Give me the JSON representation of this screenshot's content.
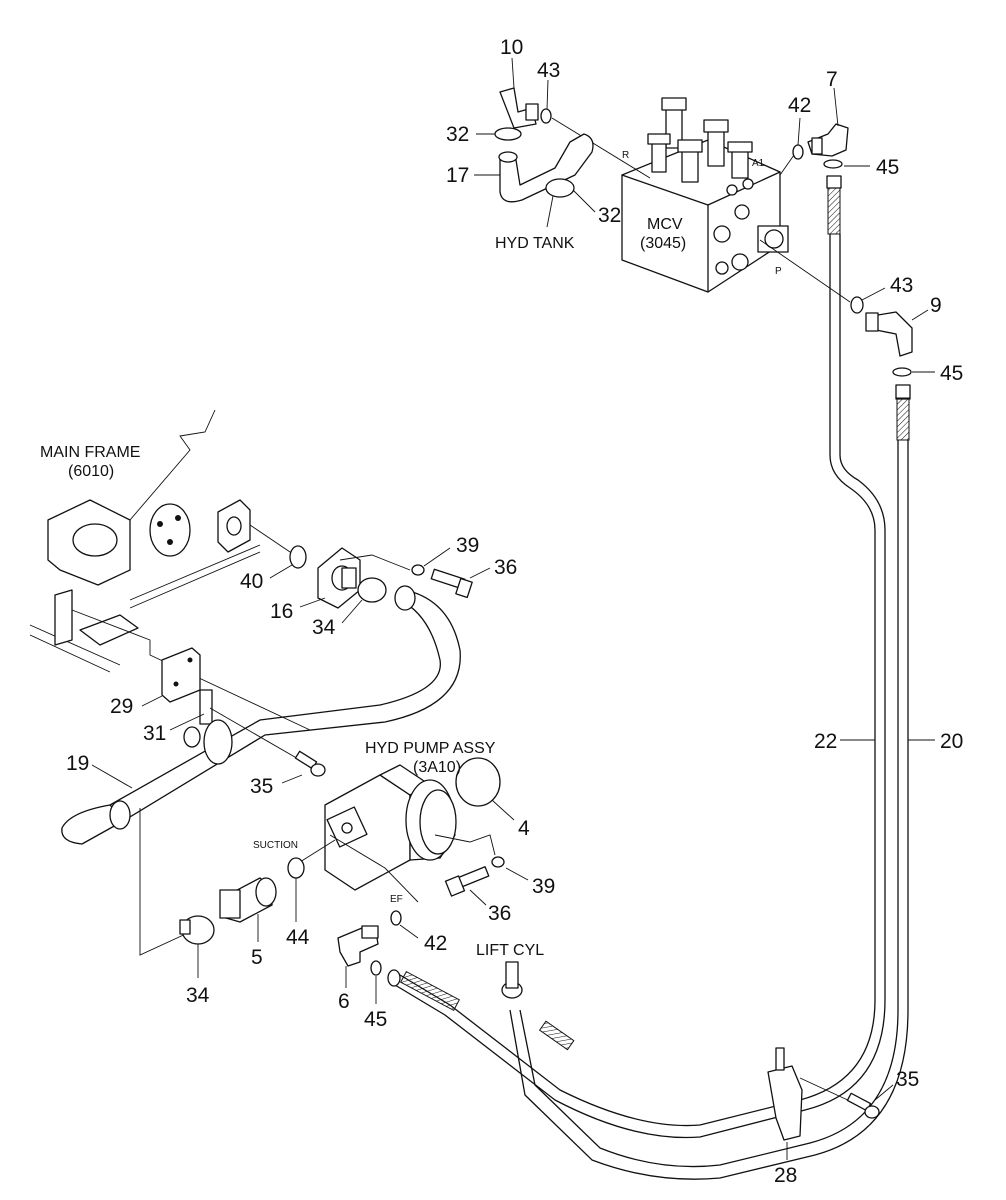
{
  "labels": {
    "hyd_tank": "HYD TANK",
    "mcv": "MCV",
    "mcv_code": "(3045)",
    "main_frame": "MAIN FRAME",
    "main_frame_code": "(6010)",
    "hyd_pump": "HYD PUMP ASSY",
    "hyd_pump_code": "(3A10)",
    "suction": "SUCTION",
    "ef": "EF",
    "lift_cyl": "LIFT CYL",
    "port_r": "R",
    "port_a1": "A1",
    "port_p": "P"
  },
  "callouts": {
    "c10": "10",
    "c43a": "43",
    "c32a": "32",
    "c17": "17",
    "c32b": "32",
    "c7": "7",
    "c42a": "42",
    "c45a": "45",
    "c43b": "43",
    "c9": "9",
    "c45b": "45",
    "c39a": "39",
    "c36a": "36",
    "c40": "40",
    "c16": "16",
    "c34a": "34",
    "c29": "29",
    "c31": "31",
    "c19": "19",
    "c35a": "35",
    "c4": "4",
    "c39b": "39",
    "c36b": "36",
    "c44": "44",
    "c5": "5",
    "c34b": "34",
    "c42b": "42",
    "c6": "6",
    "c45c": "45",
    "c22": "22",
    "c20": "20",
    "c35b": "35",
    "c28": "28"
  }
}
